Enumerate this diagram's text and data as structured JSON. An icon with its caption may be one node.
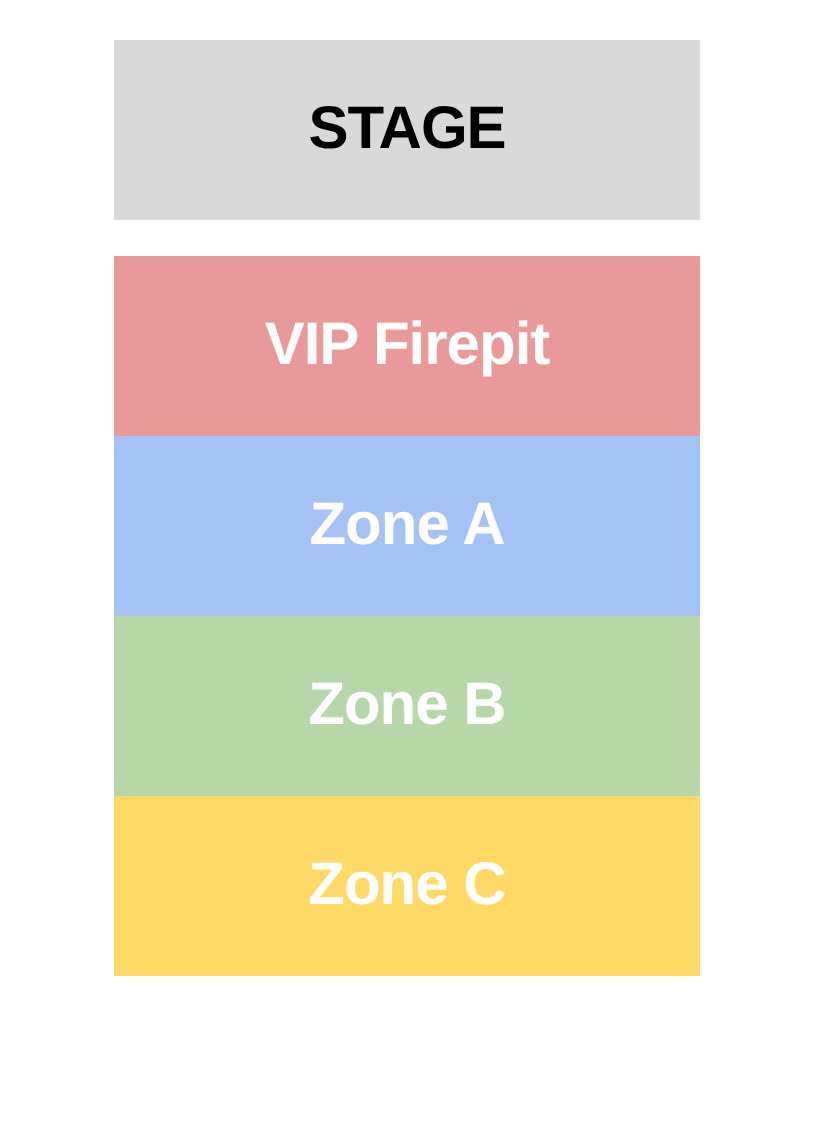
{
  "diagram": {
    "nodes": [
      {
        "text": [
          "STAGE"
        ]
      },
      {
        "text": [
          "VIP Firepit"
        ]
      },
      {
        "text": [
          "Zone A"
        ]
      },
      {
        "text": [
          "Zone B"
        ]
      },
      {
        "text": [
          "Zone C"
        ]
      }
    ]
  }
}
